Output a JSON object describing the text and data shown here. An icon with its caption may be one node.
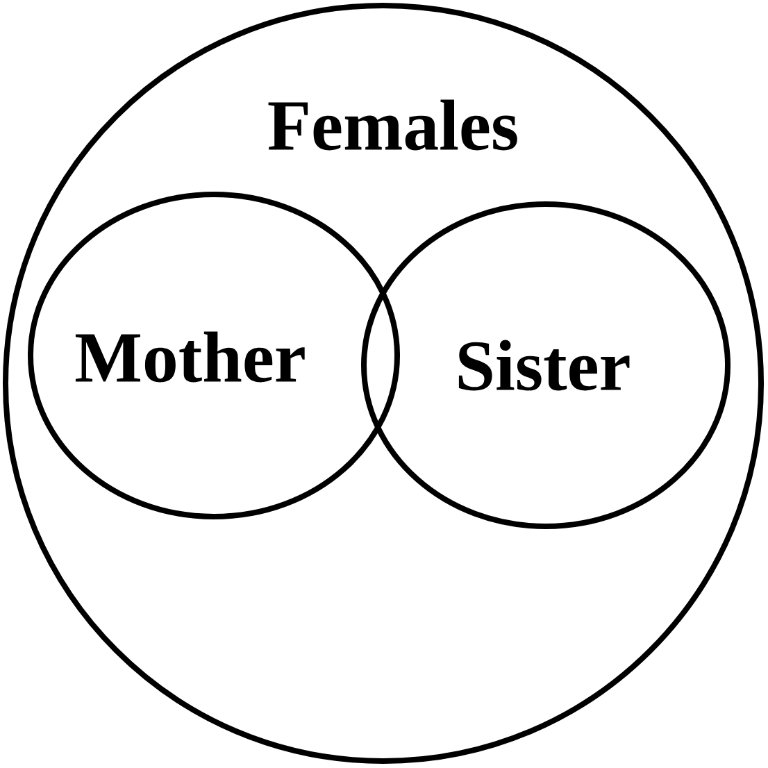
{
  "diagram": {
    "nodes": [
      {
        "text": [
          "Females"
        ]
      },
      {
        "text": [
          "Mother"
        ],
        "in": 0
      },
      {
        "text": [
          "Sister"
        ],
        "in": 0
      }
    ]
  }
}
